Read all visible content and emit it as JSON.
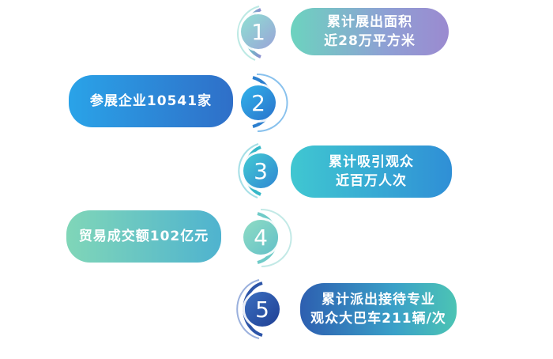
{
  "items": [
    {
      "number": "1",
      "line1": "累计展出面积",
      "line2": "近28万平方米"
    },
    {
      "number": "2",
      "line1": "参展企业10541家",
      "line2": ""
    },
    {
      "number": "3",
      "line1": "累计吸引观众",
      "line2": "近百万人次"
    },
    {
      "number": "4",
      "line1": "贸易成交额102亿元",
      "line2": ""
    },
    {
      "number": "5",
      "line1": "累计派出接待专业",
      "line2": "观众大巴车211辆/次"
    }
  ]
}
